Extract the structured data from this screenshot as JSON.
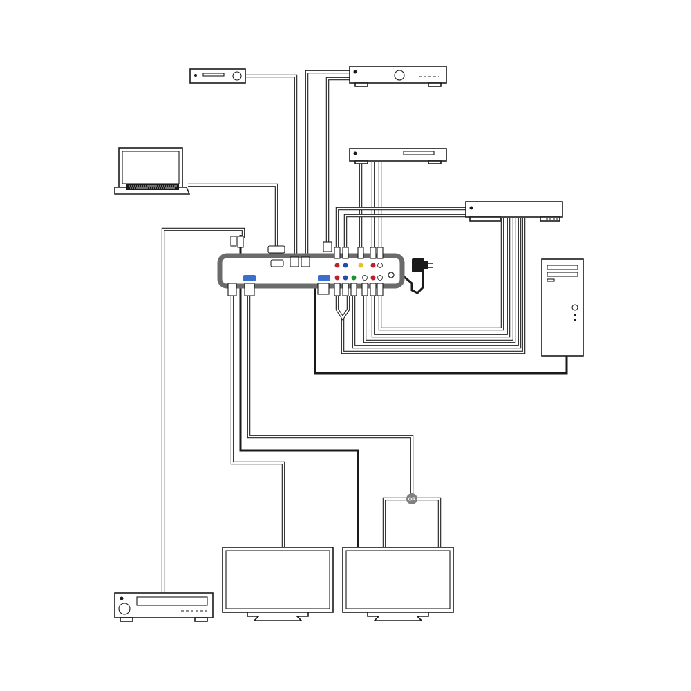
{
  "diagram": {
    "or_label": "OR",
    "colors": {
      "line": "#1a1a1a",
      "hub_frame": "#6b6b6b",
      "or_badge": "#808080",
      "rca_red": "#c0202a",
      "rca_green": "#1f8f3a",
      "rca_blue": "#1f4fa8",
      "rca_yellow": "#e8c21a",
      "vga_blue": "#3a6fd0"
    },
    "devices": [
      {
        "id": "tuner",
        "icon": "tuner-icon"
      },
      {
        "id": "av-receiver-top",
        "icon": "av-receiver-icon"
      },
      {
        "id": "dvd-player",
        "icon": "dvd-player-icon"
      },
      {
        "id": "laptop",
        "icon": "laptop-icon"
      },
      {
        "id": "set-top-box",
        "icon": "set-top-box-icon"
      },
      {
        "id": "tower-pc",
        "icon": "tower-pc-icon"
      },
      {
        "id": "power-adapter",
        "icon": "power-adapter-icon"
      },
      {
        "id": "av-receiver-bottom",
        "icon": "av-receiver-icon"
      },
      {
        "id": "monitor-left",
        "icon": "monitor-icon"
      },
      {
        "id": "monitor-right",
        "icon": "monitor-icon"
      },
      {
        "id": "switcher-hub",
        "icon": "switcher-hub-icon"
      }
    ]
  }
}
